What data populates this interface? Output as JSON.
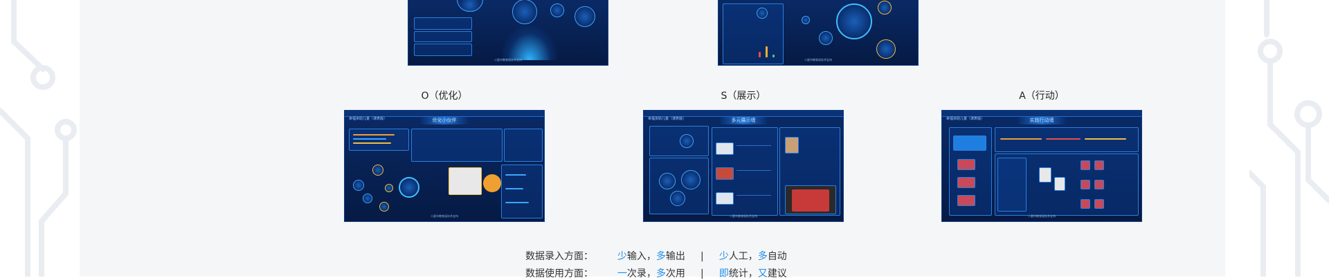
{
  "sections": {
    "o": {
      "label": "O（优化）",
      "screen_title": "优化小伙伴"
    },
    "s": {
      "label": "S（展示）",
      "screen_title": "多元展示墙"
    },
    "a": {
      "label": "A（行动）",
      "screen_title": "实践行动墙"
    }
  },
  "summary": {
    "row1": {
      "label": "数据录入方面：",
      "p1_hl": "少",
      "p1_text": "输入，",
      "p2_hl": "多",
      "p2_text": "输出",
      "sep": "|",
      "p3_hl": "少",
      "p3_text": "人工，",
      "p4_hl": "多",
      "p4_text": "自动"
    },
    "row2": {
      "label": "数据使用方面：",
      "p1_hl": "一",
      "p1_text": "次录，",
      "p2_hl": "多",
      "p2_text": "次用",
      "sep": "|",
      "p3_hl": "即",
      "p3_text": "统计，",
      "p4_hl": "又",
      "p4_text": "建议"
    }
  },
  "colors": {
    "accent": "#1f8fe8",
    "screen_bg": "#061a44",
    "panel_bg": "#f5f6f8"
  }
}
